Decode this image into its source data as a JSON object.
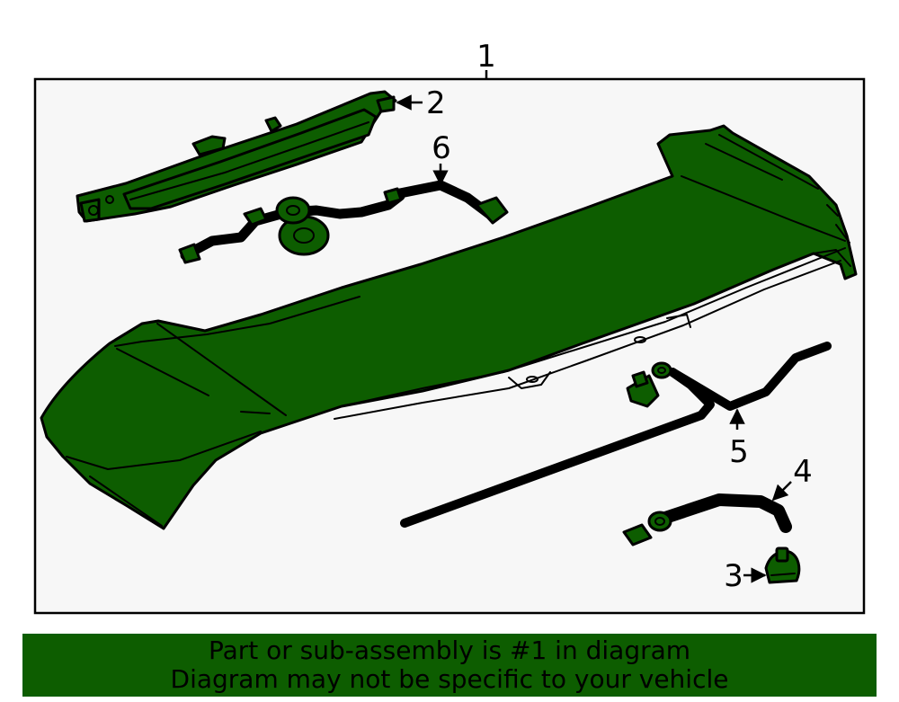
{
  "diagram": {
    "callouts": {
      "part1": "1",
      "part2": "2",
      "part3": "3",
      "part4": "4",
      "part5": "5",
      "part6": "6"
    },
    "colors": {
      "part_fill": "#0d5d00",
      "outline": "#000000",
      "panel_background": "#f7f7f7",
      "banner_background": "#0d5d00"
    }
  },
  "banner": {
    "line1": "Part or sub-assembly is #1 in diagram",
    "line2": "Diagram may not be specific to your vehicle"
  }
}
